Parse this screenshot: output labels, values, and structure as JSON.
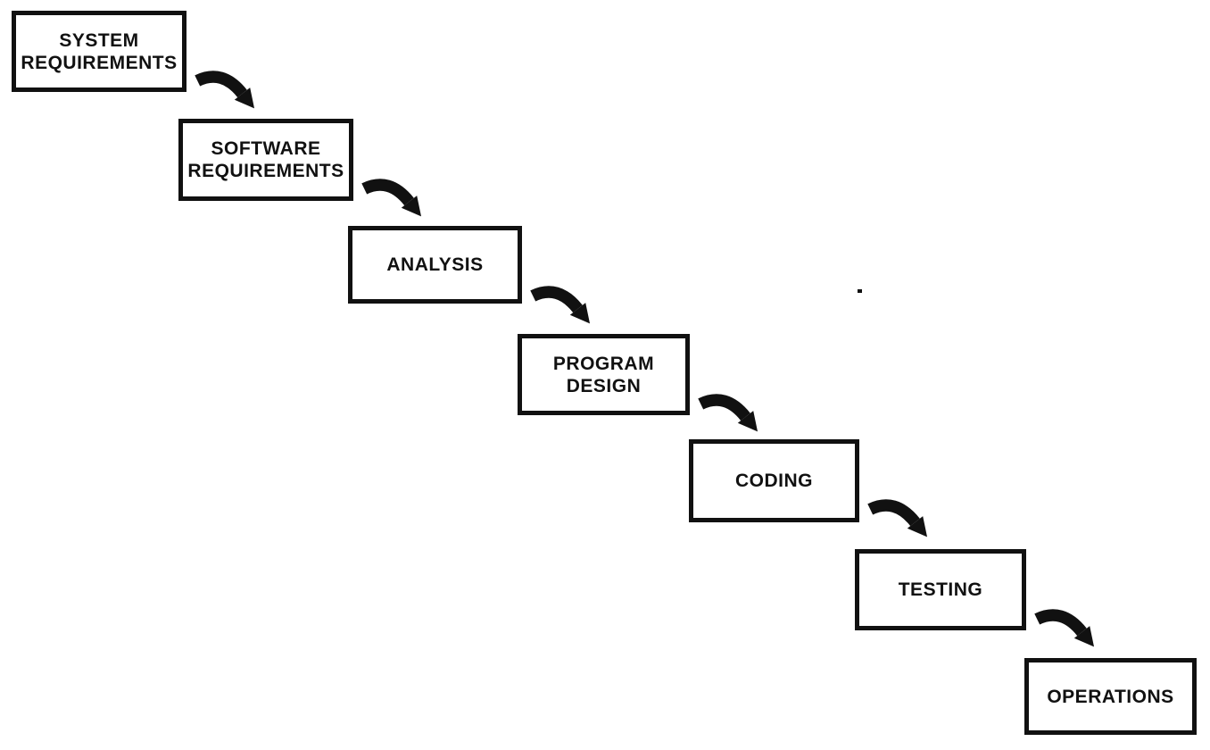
{
  "diagram": {
    "type": "waterfall-process-flow",
    "background_color": "#ffffff",
    "ink_color": "#111111",
    "steps": [
      {
        "id": "system-requirements",
        "label": "SYSTEM\nREQUIREMENTS"
      },
      {
        "id": "software-requirements",
        "label": "SOFTWARE\nREQUIREMENTS"
      },
      {
        "id": "analysis",
        "label": "ANALYSIS"
      },
      {
        "id": "program-design",
        "label": "PROGRAM\nDESIGN"
      },
      {
        "id": "coding",
        "label": "CODING"
      },
      {
        "id": "testing",
        "label": "TESTING"
      },
      {
        "id": "operations",
        "label": "OPERATIONS"
      }
    ],
    "connections": [
      {
        "from": "system-requirements",
        "to": "software-requirements"
      },
      {
        "from": "software-requirements",
        "to": "analysis"
      },
      {
        "from": "analysis",
        "to": "program-design"
      },
      {
        "from": "program-design",
        "to": "coding"
      },
      {
        "from": "coding",
        "to": "testing"
      },
      {
        "from": "testing",
        "to": "operations"
      }
    ]
  }
}
